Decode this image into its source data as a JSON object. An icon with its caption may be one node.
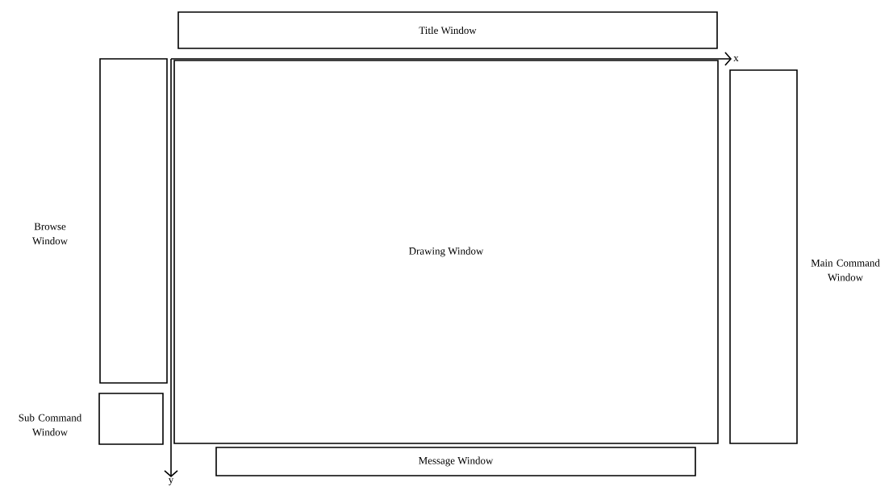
{
  "diagram": {
    "nodes": [
      {
        "text": [
          "Title Window"
        ]
      },
      {
        "text": [
          "Browse Window"
        ]
      },
      {
        "text": [
          "Drawing Window"
        ]
      },
      {
        "text": [
          "Main Command Window"
        ]
      },
      {
        "text": [
          "Sub Command Window"
        ]
      },
      {
        "text": [
          "Message Window"
        ]
      }
    ],
    "labels": [
      "x",
      "y"
    ]
  }
}
